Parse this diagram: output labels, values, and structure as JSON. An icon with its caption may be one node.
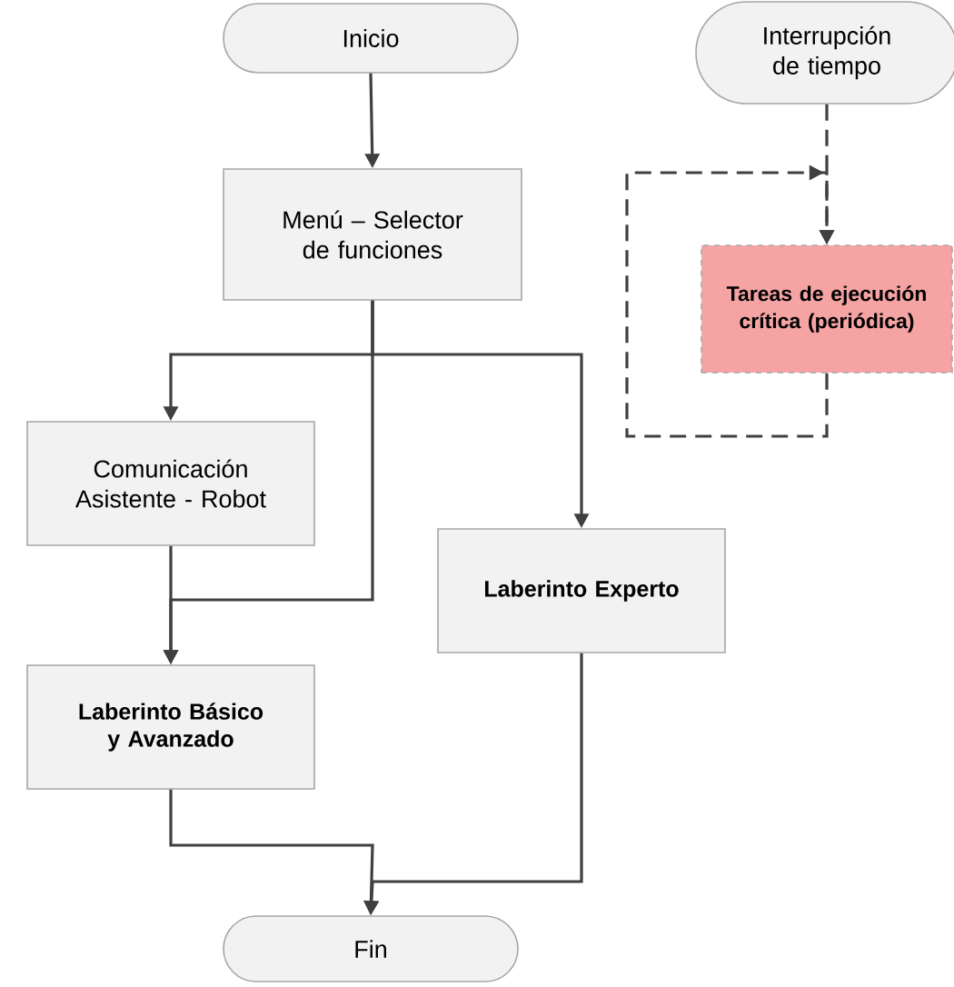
{
  "diagram": {
    "nodes": [
      {
        "text": [
          "Inicio"
        ]
      },
      {
        "text": [
          "Menú – Selector de funciones"
        ]
      },
      {
        "text": [
          "Comunicación Asistente - Robot"
        ]
      },
      {
        "text": [
          "Laberinto Experto"
        ]
      },
      {
        "text": [
          "Laberinto Básico y Avanzado"
        ]
      },
      {
        "text": [
          "Fin"
        ]
      },
      {
        "text": [
          "Interrupción de tiempo"
        ]
      },
      {
        "text": [
          "Tareas de ejecución crítica (periódica)"
        ]
      }
    ],
    "edges": [
      {
        "from": 0,
        "to": 1,
        "arrow": "to"
      },
      {
        "from": 1,
        "to": 2,
        "arrow": "to"
      },
      {
        "from": 1,
        "to": 3,
        "arrow": "to"
      },
      {
        "from": 1,
        "to": 4,
        "arrow": "to"
      },
      {
        "from": 2,
        "to": 4,
        "arrow": "to"
      },
      {
        "from": 3,
        "to": 5,
        "arrow": "to"
      },
      {
        "from": 4,
        "to": 5,
        "arrow": "to"
      },
      {
        "from": 6,
        "to": 7,
        "arrow": "to",
        "style": "dashed"
      },
      {
        "from": 7,
        "to": 7,
        "arrow": "to",
        "style": "dashed"
      }
    ]
  }
}
